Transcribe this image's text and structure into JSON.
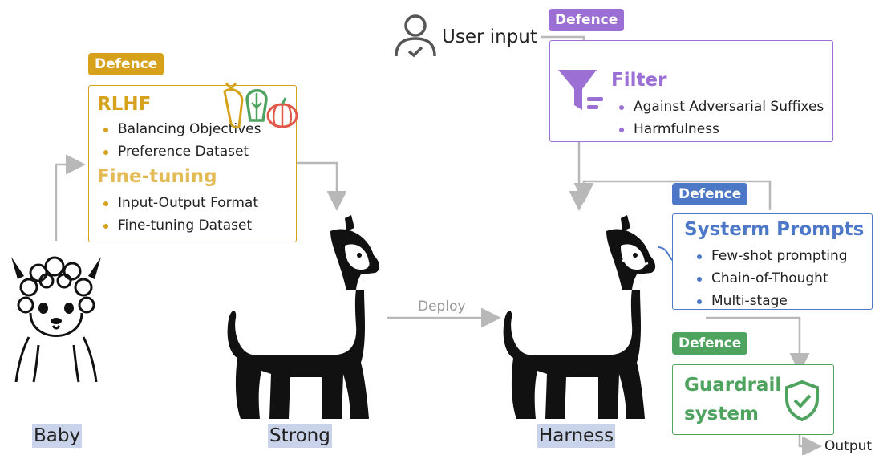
{
  "colors": {
    "orange": "#d7a21b",
    "purple": "#9b6fd4",
    "blue": "#4d78c8",
    "green": "#4ea35f",
    "arrow": "#b8b8b8",
    "caption_bg": "#c9d3ea"
  },
  "user_input": {
    "label": "User input",
    "icon": "user-check-icon"
  },
  "deploy_label": "Deploy",
  "output_label": "Output",
  "captions": {
    "baby": "Baby",
    "strong": "Strong",
    "harness": "Harness"
  },
  "training": {
    "tag": "Defence",
    "rlhf": {
      "title": "RLHF",
      "items": [
        "Balancing Objectives",
        "Preference Dataset"
      ],
      "icon": "vegetables-icon"
    },
    "finetune": {
      "title": "Fine-tuning",
      "items": [
        "Input-Output Format",
        "Fine-tuning Dataset"
      ]
    }
  },
  "filter": {
    "tag": "Defence",
    "title": "Filter",
    "items": [
      "Against Adversarial Suffixes",
      "Harmfulness"
    ],
    "icon": "funnel-icon"
  },
  "system_prompts": {
    "tag": "Defence",
    "title": "Systerm Prompts",
    "items": [
      "Few-shot prompting",
      "Chain-of-Thought",
      "Multi-stage"
    ]
  },
  "guardrail": {
    "tag": "Defence",
    "title_line1": "Guardrail",
    "title_line2": "system",
    "icon": "shield-check-icon"
  }
}
